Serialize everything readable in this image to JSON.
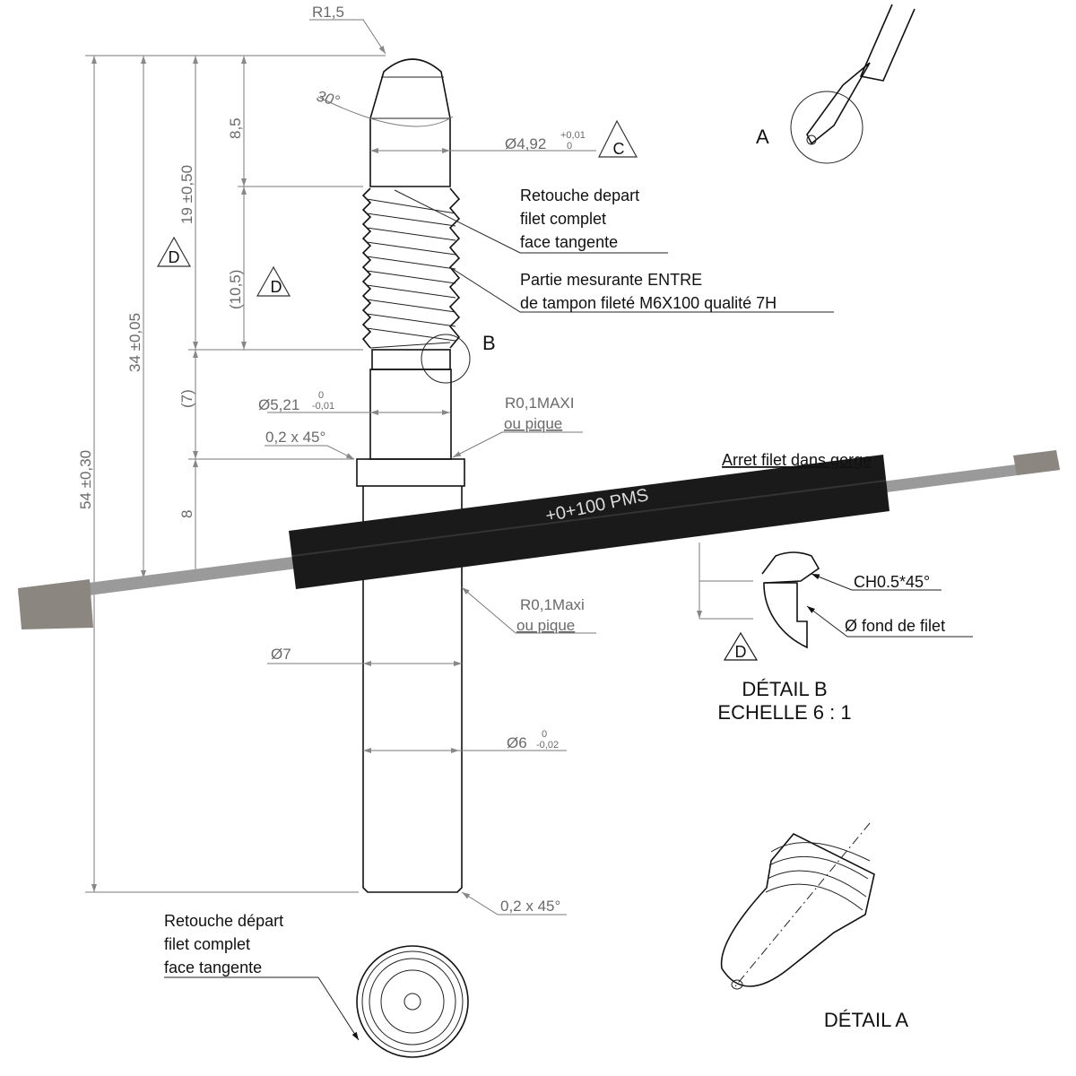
{
  "dimensions": {
    "r_tip": "R1,5",
    "angle": "30°",
    "dia_492": "Ø4,92",
    "dia_492_tol_up": "+0,01",
    "dia_492_tol_low": "0",
    "len_85": "8,5",
    "len_19": "19 ±0,50",
    "len_105": "(10,5)",
    "len_34": "34 ±0,05",
    "len_7": "(7)",
    "len_54": "54 ±0,30",
    "len_8": "8",
    "dia_521": "Ø5,21",
    "dia_521_tol_up": "0",
    "dia_521_tol_low": "-0,01",
    "chamfer_top": "0,2 x 45°",
    "dia_7": "Ø7",
    "dia_6": "Ø6",
    "dia_6_tol_up": "0",
    "dia_6_tol_low": "-0,02",
    "chamfer_bottom": "0,2 x 45°"
  },
  "datums": {
    "c": "C",
    "d": "D"
  },
  "notes": {
    "retouche_1": "Retouche depart",
    "retouche_2": "filet complet",
    "retouche_3": "face tangente",
    "partie_1": "Partie mesurante ENTRE",
    "partie_2": "de tampon fileté M6X100 qualité 7H",
    "r01_maxi_1": "R0,1MAXI",
    "r01_maxi_2": "ou pique",
    "r01_maxi_b_1": "R0,1Maxi",
    "r01_maxi_b_2": "ou pique",
    "arret": "Arret filet dans gorge",
    "ch": "CH0.5*45°",
    "fond": "Ø fond de filet",
    "retouche_b_1": "Retouche départ",
    "retouche_b_2": "filet complet",
    "retouche_b_3": "face tangente"
  },
  "labels": {
    "detail_a_marker": "A",
    "detail_b_marker": "B",
    "detail_b_title": "DÉTAIL B",
    "detail_b_scale": "ECHELLE 6 : 1",
    "detail_a_title": "DÉTAIL A",
    "handle_marking": "+0+100 PMS"
  }
}
